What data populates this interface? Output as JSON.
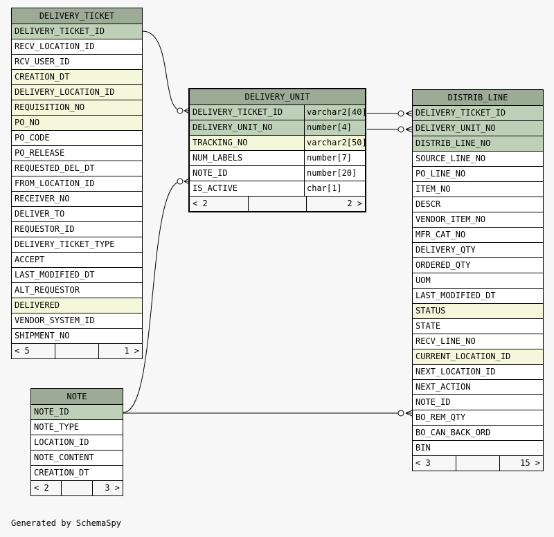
{
  "tables": {
    "delivery_ticket": {
      "name": "DELIVERY_TICKET",
      "columns": [
        {
          "name": "DELIVERY_TICKET_ID",
          "kind": "pk"
        },
        {
          "name": "RECV_LOCATION_ID",
          "kind": ""
        },
        {
          "name": "RCV_USER_ID",
          "kind": ""
        },
        {
          "name": "CREATION_DT",
          "kind": "idx"
        },
        {
          "name": "DELIVERY_LOCATION_ID",
          "kind": "idx"
        },
        {
          "name": "REQUISITION_NO",
          "kind": "idx"
        },
        {
          "name": "PO_NO",
          "kind": "idx"
        },
        {
          "name": "PO_CODE",
          "kind": ""
        },
        {
          "name": "PO_RELEASE",
          "kind": ""
        },
        {
          "name": "REQUESTED_DEL_DT",
          "kind": ""
        },
        {
          "name": "FROM_LOCATION_ID",
          "kind": ""
        },
        {
          "name": "RECEIVER_NO",
          "kind": ""
        },
        {
          "name": "DELIVER_TO",
          "kind": ""
        },
        {
          "name": "REQUESTOR_ID",
          "kind": ""
        },
        {
          "name": "DELIVERY_TICKET_TYPE",
          "kind": ""
        },
        {
          "name": "ACCEPT",
          "kind": ""
        },
        {
          "name": "LAST_MODIFIED_DT",
          "kind": ""
        },
        {
          "name": "ALT_REQUESTOR",
          "kind": ""
        },
        {
          "name": "DELIVERED",
          "kind": "idx"
        },
        {
          "name": "VENDOR_SYSTEM_ID",
          "kind": ""
        },
        {
          "name": "SHIPMENT_NO",
          "kind": ""
        }
      ],
      "footer_left": "< 5",
      "footer_right": "1 >"
    },
    "delivery_unit": {
      "name": "DELIVERY_UNIT",
      "columns": [
        {
          "name": "DELIVERY_TICKET_ID",
          "type": "varchar2[40]",
          "kind": "pk"
        },
        {
          "name": "DELIVERY_UNIT_NO",
          "type": "number[4]",
          "kind": "pk"
        },
        {
          "name": "TRACKING_NO",
          "type": "varchar2[50]",
          "kind": "idx"
        },
        {
          "name": "NUM_LABELS",
          "type": "number[7]",
          "kind": ""
        },
        {
          "name": "NOTE_ID",
          "type": "number[20]",
          "kind": ""
        },
        {
          "name": "IS_ACTIVE",
          "type": "char[1]",
          "kind": ""
        }
      ],
      "footer_left": "< 2",
      "footer_right": "2 >"
    },
    "distrib_line": {
      "name": "DISTRIB_LINE",
      "columns": [
        {
          "name": "DELIVERY_TICKET_ID",
          "kind": "pk"
        },
        {
          "name": "DELIVERY_UNIT_NO",
          "kind": "pk"
        },
        {
          "name": "DISTRIB_LINE_NO",
          "kind": "pk"
        },
        {
          "name": "SOURCE_LINE_NO",
          "kind": ""
        },
        {
          "name": "PO_LINE_NO",
          "kind": ""
        },
        {
          "name": "ITEM_NO",
          "kind": ""
        },
        {
          "name": "DESCR",
          "kind": ""
        },
        {
          "name": "VENDOR_ITEM_NO",
          "kind": ""
        },
        {
          "name": "MFR_CAT_NO",
          "kind": ""
        },
        {
          "name": "DELIVERY_QTY",
          "kind": ""
        },
        {
          "name": "ORDERED_QTY",
          "kind": ""
        },
        {
          "name": "UOM",
          "kind": ""
        },
        {
          "name": "LAST_MODIFIED_DT",
          "kind": ""
        },
        {
          "name": "STATUS",
          "kind": "idx"
        },
        {
          "name": "STATE",
          "kind": ""
        },
        {
          "name": "RECV_LINE_NO",
          "kind": ""
        },
        {
          "name": "CURRENT_LOCATION_ID",
          "kind": "idx"
        },
        {
          "name": "NEXT_LOCATION_ID",
          "kind": ""
        },
        {
          "name": "NEXT_ACTION",
          "kind": ""
        },
        {
          "name": "NOTE_ID",
          "kind": ""
        },
        {
          "name": "BO_REM_QTY",
          "kind": ""
        },
        {
          "name": "BO_CAN_BACK_ORD",
          "kind": ""
        },
        {
          "name": "BIN",
          "kind": ""
        }
      ],
      "footer_left": "< 3",
      "footer_right": "15 >"
    },
    "note": {
      "name": "NOTE",
      "columns": [
        {
          "name": "NOTE_ID",
          "kind": "pk"
        },
        {
          "name": "NOTE_TYPE",
          "kind": ""
        },
        {
          "name": "LOCATION_ID",
          "kind": ""
        },
        {
          "name": "NOTE_CONTENT",
          "kind": ""
        },
        {
          "name": "CREATION_DT",
          "kind": ""
        }
      ],
      "footer_left": "< 2",
      "footer_right": "3 >"
    }
  },
  "colors": {
    "header": "#9bab96",
    "primary_key": "#bed1b8",
    "indexed": "#f4f7da",
    "background": "#f7f7f7"
  },
  "generated_by": "Generated by SchemaSpy"
}
